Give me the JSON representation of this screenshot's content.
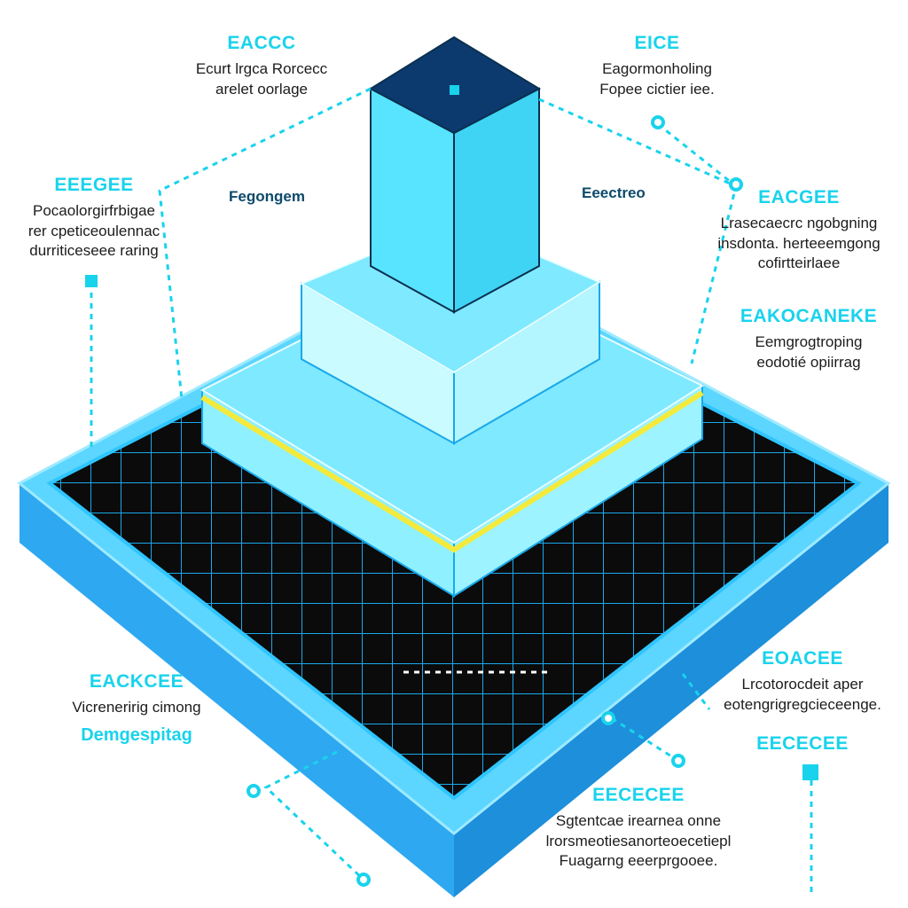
{
  "colors": {
    "accent": "#19d3ec",
    "slab_side": "#2ea8f0",
    "slab_top_edge": "#5cd6ff",
    "ground_grid": "#0b0b0b",
    "grid_lines": "#1aa8ea",
    "building_glass": "#7fe9ff",
    "tower_face": "#58e4ff",
    "tower_roof": "#0d3a6e",
    "highlight_band": "#f4ea3c",
    "text_dark": "#1c1c1c"
  },
  "callouts": [
    {
      "id": "top-left",
      "title": "EACCC",
      "desc": [
        "Ecurt lrgca Rorcecc",
        "arelet oorlage"
      ]
    },
    {
      "id": "top-right",
      "title": "EICE",
      "desc": [
        "Eagormonholing",
        "Fopee cictier iee."
      ]
    },
    {
      "id": "upper-left",
      "title": "EEEGEE",
      "desc": [
        "Pocaolorgirfrbigae",
        "rer cpeticeoulennac",
        "durriticeseee raring"
      ]
    },
    {
      "id": "upper-right",
      "title": "EACGEE",
      "desc": [
        "Lrasecaecrc ngobgning",
        "insdonta. herteeemgong",
        "cofirtteirlaee"
      ]
    },
    {
      "id": "mid-right",
      "title": "EAKOCANEKE",
      "desc": [
        "Eemgrogtroping",
        "eodotié opiirrag"
      ]
    },
    {
      "id": "lower-left",
      "title": "EACKCEE",
      "desc": [
        "Vicreneririg cimong"
      ],
      "subtitle": "Demgespitag"
    },
    {
      "id": "lower-right",
      "title": "EOACEE",
      "desc": [
        "Lrcotorocdeit aper",
        "eotengrigregcieceenge."
      ]
    },
    {
      "id": "lower-right-2",
      "title": "EECECEE",
      "desc": []
    },
    {
      "id": "bottom-center",
      "title": "EECECEE",
      "desc": [
        "Sgtentcae irearnea onne",
        "lrorsmeotiesanorteoecetiepl",
        "Fuagarng eeerprgooee."
      ]
    }
  ],
  "face_labels": {
    "left_face": "Fegongem",
    "right_face": "Eeectreo"
  }
}
